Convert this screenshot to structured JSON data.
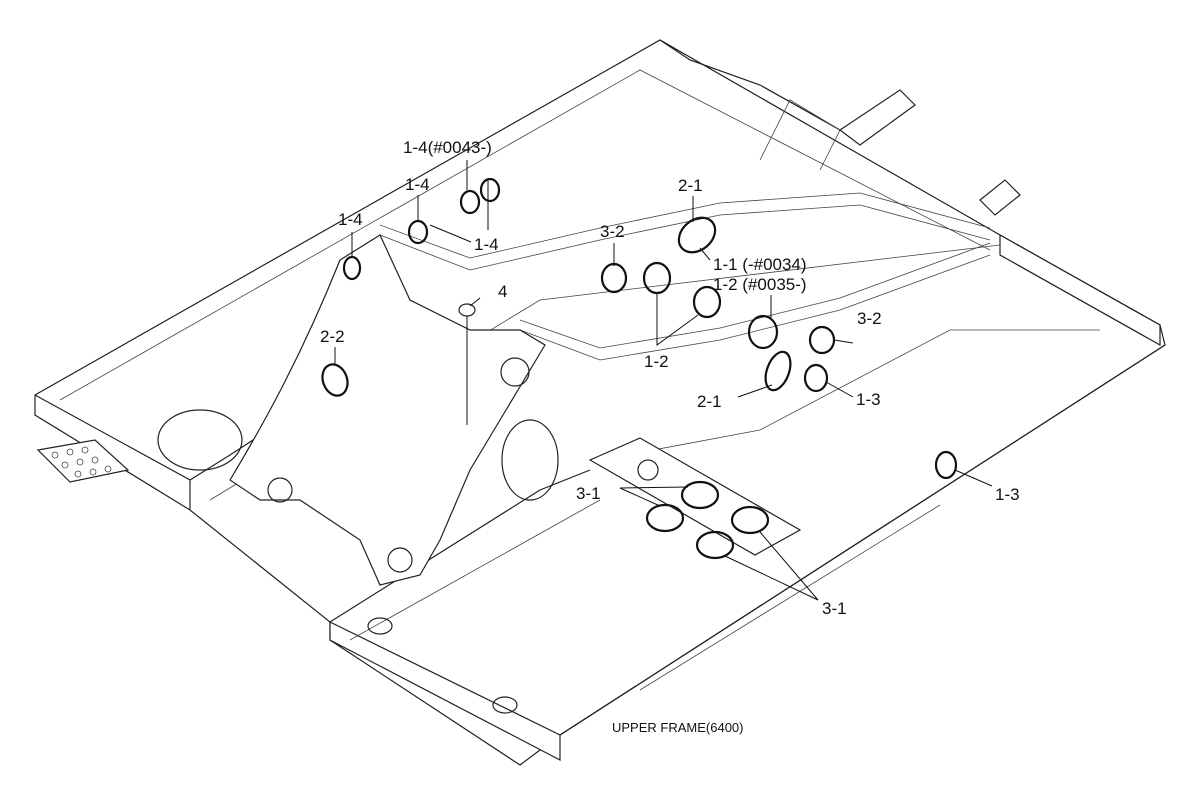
{
  "diagram": {
    "caption": "UPPER FRAME(6400)",
    "callouts": [
      {
        "id": "c1",
        "text": "1-4(#0043-)"
      },
      {
        "id": "c2",
        "text": "1-4"
      },
      {
        "id": "c3",
        "text": "1-4"
      },
      {
        "id": "c4",
        "text": "1-4"
      },
      {
        "id": "c5",
        "text": "3-2"
      },
      {
        "id": "c6",
        "text": "2-1"
      },
      {
        "id": "c7",
        "text": "1-1 (-#0034)"
      },
      {
        "id": "c8",
        "text": "1-2 (#0035-)"
      },
      {
        "id": "c9",
        "text": "4"
      },
      {
        "id": "c10",
        "text": "2-2"
      },
      {
        "id": "c11",
        "text": "1-2"
      },
      {
        "id": "c12",
        "text": "3-2"
      },
      {
        "id": "c13",
        "text": "2-1"
      },
      {
        "id": "c14",
        "text": "1-3"
      },
      {
        "id": "c15",
        "text": "1-3"
      },
      {
        "id": "c16",
        "text": "3-1"
      },
      {
        "id": "c17",
        "text": "3-1"
      }
    ]
  }
}
